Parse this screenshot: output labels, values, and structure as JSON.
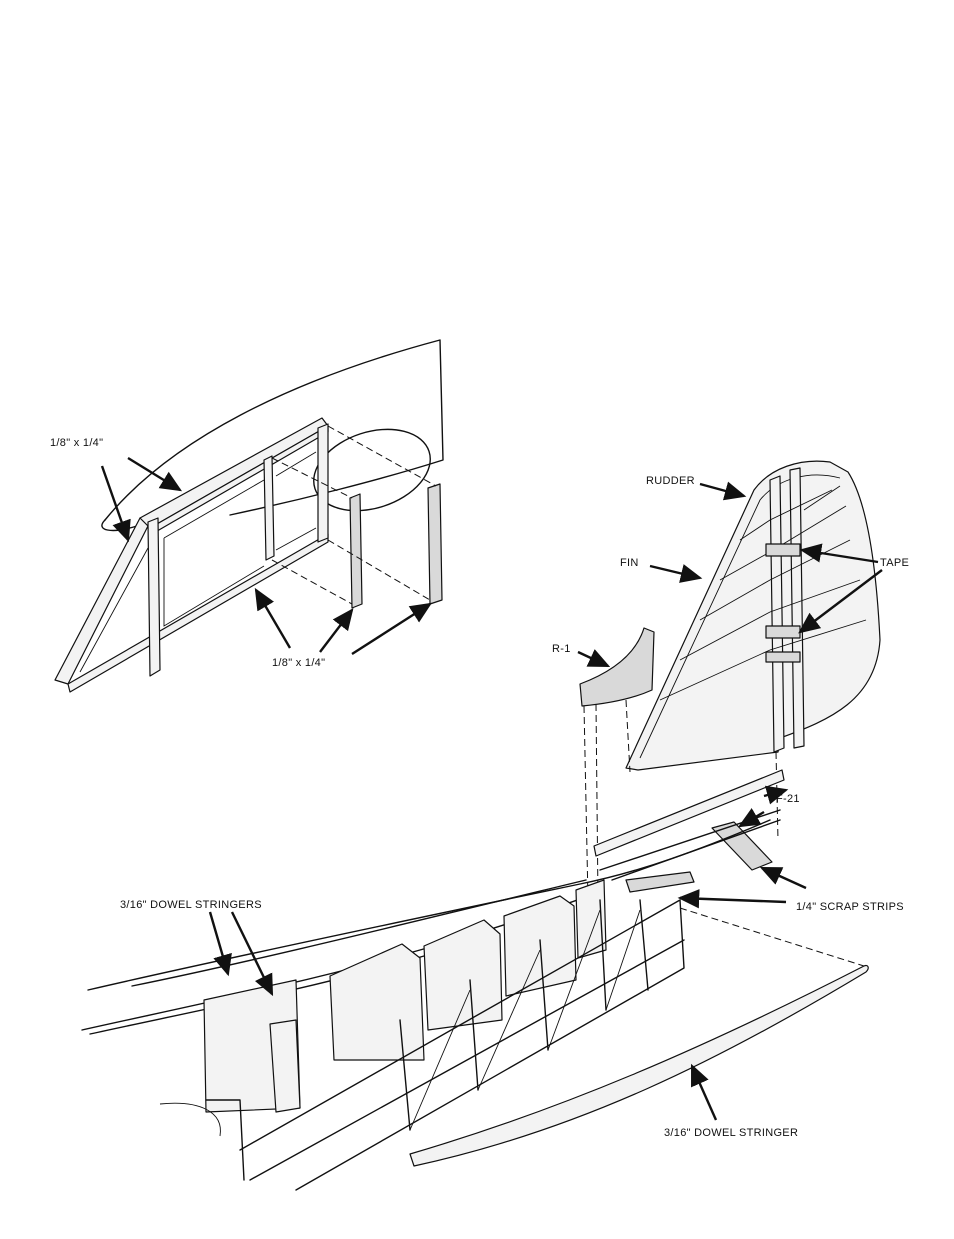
{
  "labels": {
    "strip_top": "1/8\" x 1/4\"",
    "strip_bottom": "1/8\" x 1/4\"",
    "rudder": "RUDDER",
    "fin": "FIN",
    "tape": "TAPE",
    "r1": "R-1",
    "f21": "F-21",
    "scrap_strips": "1/4\" SCRAP STRIPS",
    "dowel_stringers": "3/16\" DOWEL STRINGERS",
    "dowel_stringer": "3/16\" DOWEL STRINGER"
  }
}
